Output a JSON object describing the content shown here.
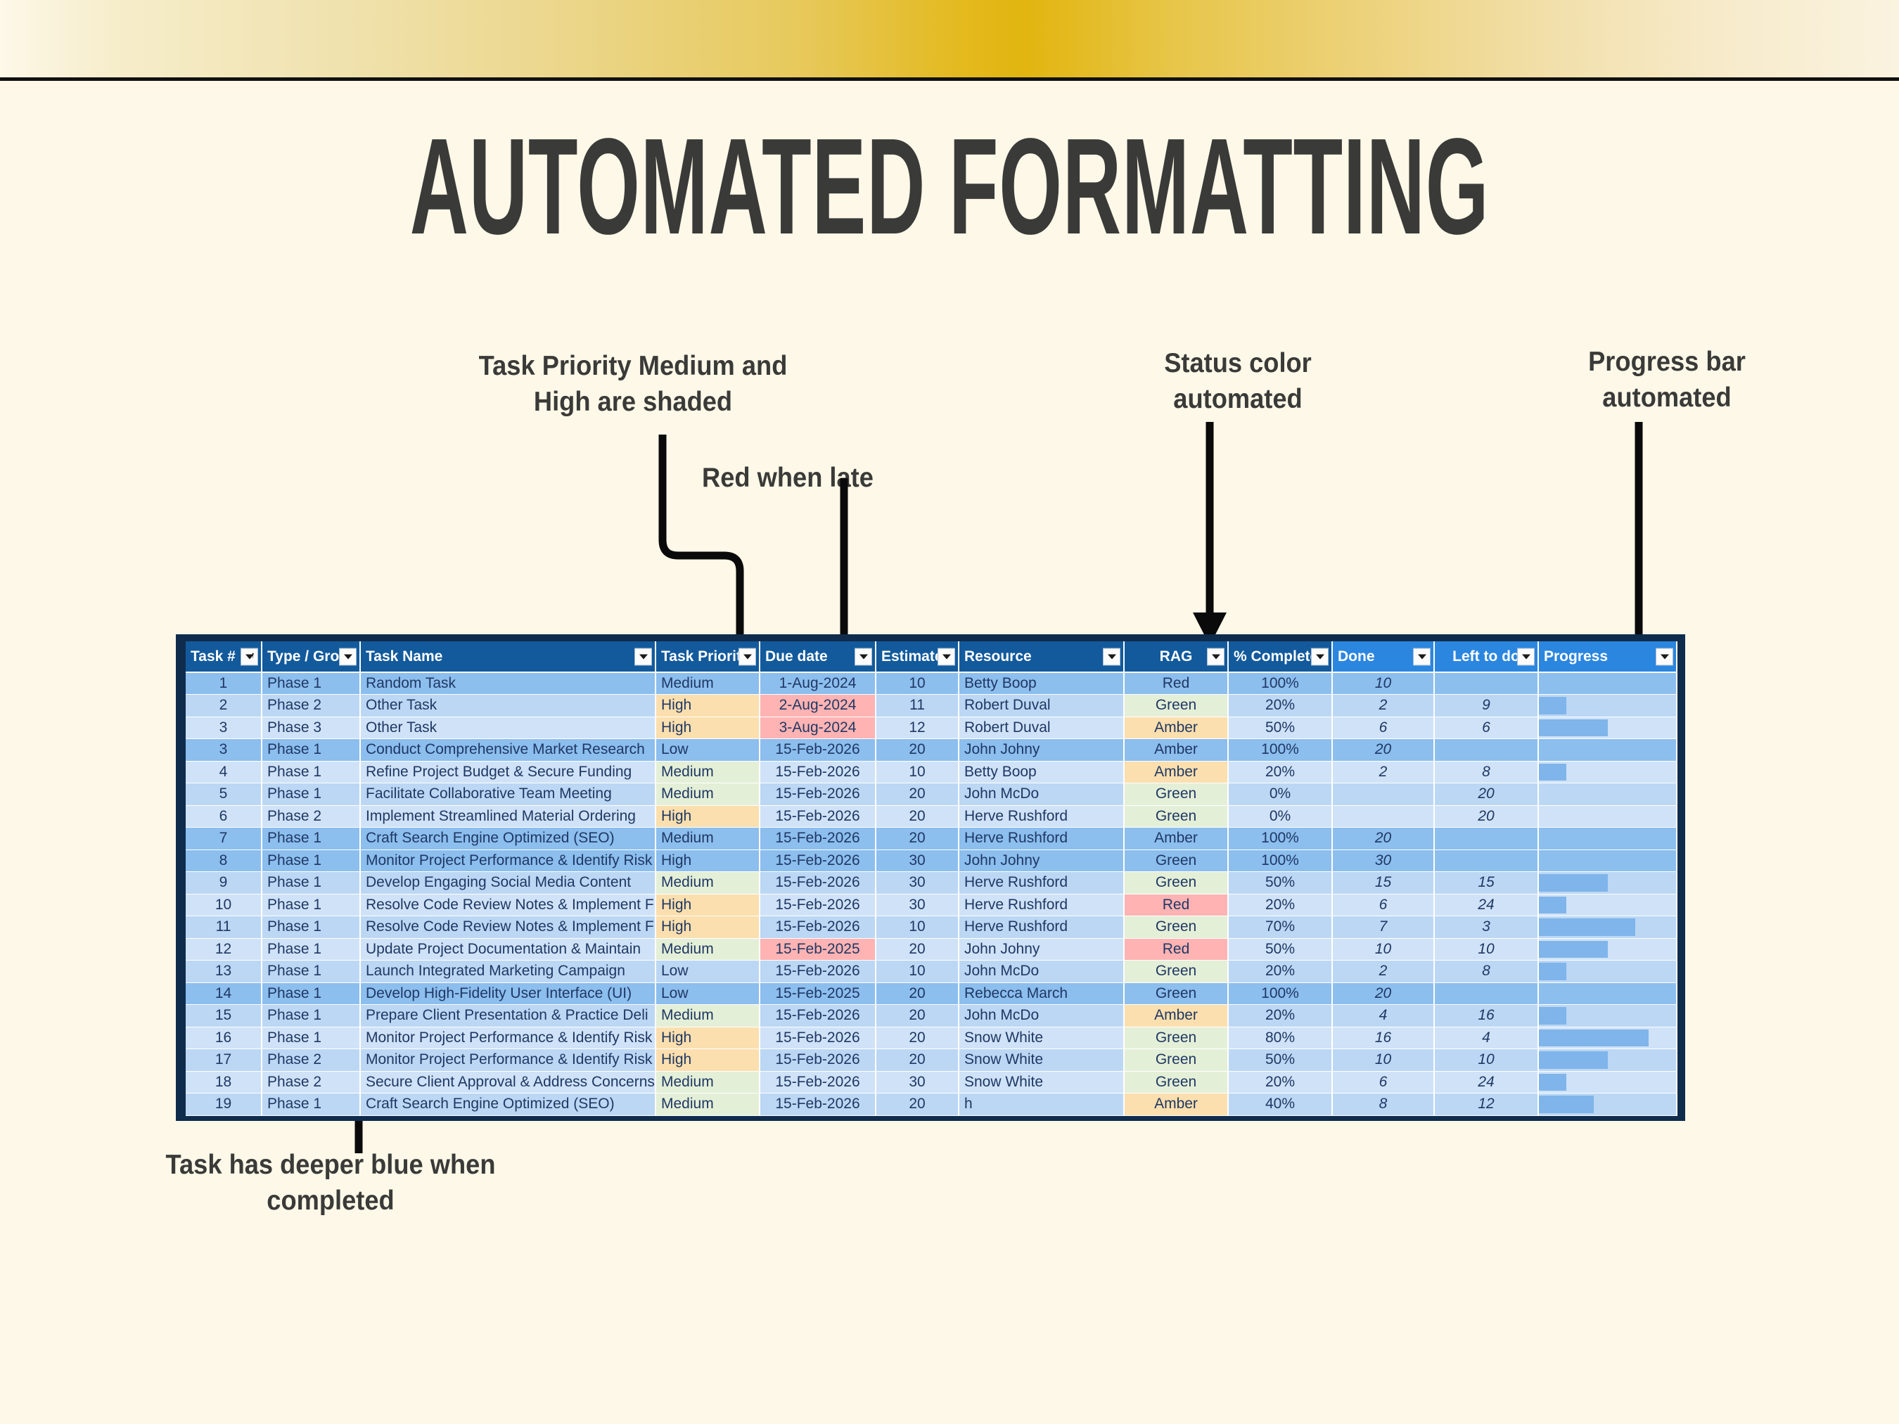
{
  "page": {
    "title": "AUTOMATED FORMATTING",
    "background_color": "#FDF8E8",
    "banner_accent_color": "#E2B50F",
    "text_color": "#3A3A38"
  },
  "annotations": {
    "priority": "Task Priority Medium and\nHigh are shaded",
    "late": "Red when late",
    "status": "Status color\nautomated",
    "progress": "Progress bar\nautomated",
    "completed": "Task has deeper blue when\ncompleted"
  },
  "sheet": {
    "frame_color": "#0F2C4D",
    "header_color": "#1F6FC4",
    "row_color_odd": "#CFE2F7",
    "row_color_even": "#BBD7F4",
    "row_color_done": "#8CBEEE",
    "fill_amber": "#FCDFAE",
    "fill_green": "#E4EFD7",
    "fill_red": "#FFB3B3",
    "progress_bar_color": "#7FB5EA",
    "columns": [
      {
        "key": "task",
        "label": "Task #",
        "filter": true,
        "sorted": true
      },
      {
        "key": "type",
        "label": "Type / Group",
        "filter": true,
        "sorted": false
      },
      {
        "key": "name",
        "label": "Task Name",
        "filter": true,
        "sorted": false
      },
      {
        "key": "prio",
        "label": "Task Priority",
        "filter": true,
        "sorted": false
      },
      {
        "key": "due",
        "label": "Due date",
        "filter": true,
        "sorted": false
      },
      {
        "key": "est",
        "label": "Estimate",
        "filter": true,
        "sorted": false
      },
      {
        "key": "res",
        "label": "Resource",
        "filter": true,
        "sorted": false
      },
      {
        "key": "rag",
        "label": "RAG",
        "filter": true,
        "sorted": false
      },
      {
        "key": "pct",
        "label": "% Complete",
        "filter": true,
        "sorted": false
      },
      {
        "key": "done",
        "label": "Done",
        "filter": true,
        "sorted": false
      },
      {
        "key": "left",
        "label": "Left to do",
        "filter": true,
        "sorted": false
      },
      {
        "key": "prog",
        "label": "Progress",
        "filter": true,
        "sorted": false
      }
    ],
    "rows": [
      {
        "task": "1",
        "type": "Phase 1",
        "name": "Random Task",
        "prio": "Medium",
        "prio_fill": "green",
        "due": "1-Aug-2024",
        "due_late": false,
        "est": "10",
        "res": "Betty Boop",
        "rag": "Red",
        "rag_fill": "red",
        "pct": "100%",
        "done": "10",
        "left": "",
        "progress": 100,
        "completed": true
      },
      {
        "task": "2",
        "type": "Phase 2",
        "name": "Other Task",
        "prio": "High",
        "prio_fill": "amber",
        "due": "2-Aug-2024",
        "due_late": true,
        "est": "11",
        "res": "Robert Duval",
        "rag": "Green",
        "rag_fill": "green",
        "pct": "20%",
        "done": "2",
        "left": "9",
        "progress": 20,
        "completed": false
      },
      {
        "task": "3",
        "type": "Phase 3",
        "name": "Other Task",
        "prio": "High",
        "prio_fill": "amber",
        "due": "3-Aug-2024",
        "due_late": true,
        "est": "12",
        "res": "Robert Duval",
        "rag": "Amber",
        "rag_fill": "amber",
        "pct": "50%",
        "done": "6",
        "left": "6",
        "progress": 50,
        "completed": false
      },
      {
        "task": "3",
        "type": "Phase 1",
        "name": "Conduct Comprehensive Market Research",
        "prio": "Low",
        "prio_fill": "none",
        "due": "15-Feb-2026",
        "due_late": false,
        "est": "20",
        "res": "John Johny",
        "rag": "Amber",
        "rag_fill": "amber",
        "pct": "100%",
        "done": "20",
        "left": "",
        "progress": 100,
        "completed": true
      },
      {
        "task": "4",
        "type": "Phase 1",
        "name": "Refine Project Budget & Secure Funding",
        "prio": "Medium",
        "prio_fill": "green",
        "due": "15-Feb-2026",
        "due_late": false,
        "est": "10",
        "res": "Betty Boop",
        "rag": "Amber",
        "rag_fill": "amber",
        "pct": "20%",
        "done": "2",
        "left": "8",
        "progress": 20,
        "completed": false
      },
      {
        "task": "5",
        "type": "Phase 1",
        "name": "Facilitate Collaborative Team Meeting",
        "prio": "Medium",
        "prio_fill": "green",
        "due": "15-Feb-2026",
        "due_late": false,
        "est": "20",
        "res": "John McDo",
        "rag": "Green",
        "rag_fill": "green",
        "pct": "0%",
        "done": "",
        "left": "20",
        "progress": 0,
        "completed": false
      },
      {
        "task": "6",
        "type": "Phase 2",
        "name": "Implement Streamlined Material Ordering",
        "prio": "High",
        "prio_fill": "amber",
        "due": "15-Feb-2026",
        "due_late": false,
        "est": "20",
        "res": "Herve Rushford",
        "rag": "Green",
        "rag_fill": "green",
        "pct": "0%",
        "done": "",
        "left": "20",
        "progress": 0,
        "completed": false
      },
      {
        "task": "7",
        "type": "Phase 1",
        "name": "Craft Search Engine Optimized (SEO)",
        "prio": "Medium",
        "prio_fill": "green",
        "due": "15-Feb-2026",
        "due_late": false,
        "est": "20",
        "res": "Herve Rushford",
        "rag": "Amber",
        "rag_fill": "amber",
        "pct": "100%",
        "done": "20",
        "left": "",
        "progress": 100,
        "completed": true
      },
      {
        "task": "8",
        "type": "Phase 1",
        "name": "Monitor Project Performance & Identify Risk",
        "prio": "High",
        "prio_fill": "amber",
        "due": "15-Feb-2026",
        "due_late": false,
        "est": "30",
        "res": "John Johny",
        "rag": "Green",
        "rag_fill": "green",
        "pct": "100%",
        "done": "30",
        "left": "",
        "progress": 100,
        "completed": true
      },
      {
        "task": "9",
        "type": "Phase 1",
        "name": "Develop Engaging Social Media Content",
        "prio": "Medium",
        "prio_fill": "green",
        "due": "15-Feb-2026",
        "due_late": false,
        "est": "30",
        "res": "Herve Rushford",
        "rag": "Green",
        "rag_fill": "green",
        "pct": "50%",
        "done": "15",
        "left": "15",
        "progress": 50,
        "completed": false
      },
      {
        "task": "10",
        "type": "Phase 1",
        "name": "Resolve Code Review Notes & Implement Fix",
        "prio": "High",
        "prio_fill": "amber",
        "due": "15-Feb-2026",
        "due_late": false,
        "est": "30",
        "res": "Herve Rushford",
        "rag": "Red",
        "rag_fill": "red",
        "pct": "20%",
        "done": "6",
        "left": "24",
        "progress": 20,
        "completed": false
      },
      {
        "task": "11",
        "type": "Phase 1",
        "name": "Resolve Code Review Notes & Implement Fix",
        "prio": "High",
        "prio_fill": "amber",
        "due": "15-Feb-2026",
        "due_late": false,
        "est": "10",
        "res": "Herve Rushford",
        "rag": "Green",
        "rag_fill": "green",
        "pct": "70%",
        "done": "7",
        "left": "3",
        "progress": 70,
        "completed": false
      },
      {
        "task": "12",
        "type": "Phase 1",
        "name": "Update Project Documentation & Maintain",
        "prio": "Medium",
        "prio_fill": "green",
        "due": "15-Feb-2025",
        "due_late": true,
        "est": "20",
        "res": "John Johny",
        "rag": "Red",
        "rag_fill": "red",
        "pct": "50%",
        "done": "10",
        "left": "10",
        "progress": 50,
        "completed": false
      },
      {
        "task": "13",
        "type": "Phase 1",
        "name": "Launch Integrated Marketing Campaign",
        "prio": "Low",
        "prio_fill": "none",
        "due": "15-Feb-2026",
        "due_late": false,
        "est": "10",
        "res": "John McDo",
        "rag": "Green",
        "rag_fill": "green",
        "pct": "20%",
        "done": "2",
        "left": "8",
        "progress": 20,
        "completed": false
      },
      {
        "task": "14",
        "type": "Phase 1",
        "name": "Develop High-Fidelity User Interface (UI)",
        "prio": "Low",
        "prio_fill": "none",
        "due": "15-Feb-2025",
        "due_late": false,
        "est": "20",
        "res": "Rebecca March",
        "rag": "Green",
        "rag_fill": "green",
        "pct": "100%",
        "done": "20",
        "left": "",
        "progress": 100,
        "completed": true
      },
      {
        "task": "15",
        "type": "Phase 1",
        "name": "Prepare Client Presentation & Practice Deli",
        "prio": "Medium",
        "prio_fill": "green",
        "due": "15-Feb-2026",
        "due_late": false,
        "est": "20",
        "res": "John McDo",
        "rag": "Amber",
        "rag_fill": "amber",
        "pct": "20%",
        "done": "4",
        "left": "16",
        "progress": 20,
        "completed": false
      },
      {
        "task": "16",
        "type": "Phase 1",
        "name": "Monitor Project Performance & Identify Risk",
        "prio": "High",
        "prio_fill": "amber",
        "due": "15-Feb-2026",
        "due_late": false,
        "est": "20",
        "res": "Snow White",
        "rag": "Green",
        "rag_fill": "green",
        "pct": "80%",
        "done": "16",
        "left": "4",
        "progress": 80,
        "completed": false
      },
      {
        "task": "17",
        "type": "Phase 2",
        "name": "Monitor Project Performance & Identify Risk",
        "prio": "High",
        "prio_fill": "amber",
        "due": "15-Feb-2026",
        "due_late": false,
        "est": "20",
        "res": "Snow White",
        "rag": "Green",
        "rag_fill": "green",
        "pct": "50%",
        "done": "10",
        "left": "10",
        "progress": 50,
        "completed": false
      },
      {
        "task": "18",
        "type": "Phase 2",
        "name": "Secure Client Approval & Address Concerns",
        "prio": "Medium",
        "prio_fill": "green",
        "due": "15-Feb-2026",
        "due_late": false,
        "est": "30",
        "res": "Snow White",
        "rag": "Green",
        "rag_fill": "green",
        "pct": "20%",
        "done": "6",
        "left": "24",
        "progress": 20,
        "completed": false
      },
      {
        "task": "19",
        "type": "Phase 1",
        "name": "Craft Search Engine Optimized (SEO)",
        "prio": "Medium",
        "prio_fill": "green",
        "due": "15-Feb-2026",
        "due_late": false,
        "est": "20",
        "res": "h",
        "rag": "Amber",
        "rag_fill": "amber",
        "pct": "40%",
        "done": "8",
        "left": "12",
        "progress": 40,
        "completed": false
      }
    ]
  }
}
